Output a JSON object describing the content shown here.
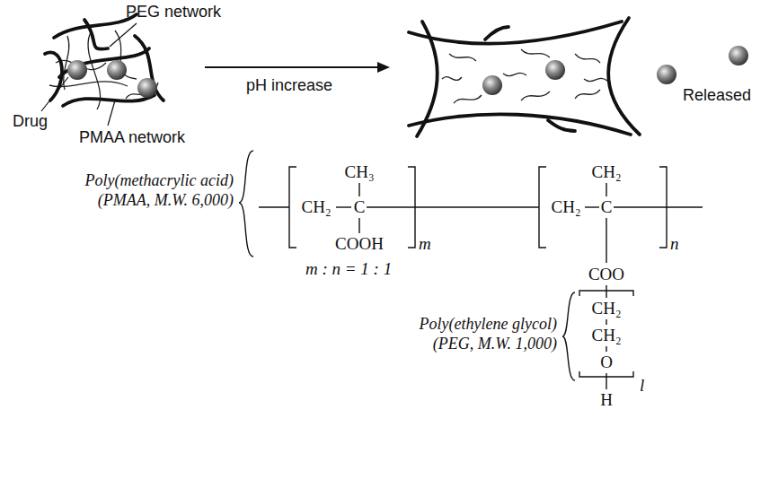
{
  "diagram": {
    "labels": [
      "PEG network",
      "Drug",
      "PMAA network",
      "pH increase",
      "Released",
      "Poly(methacrylic acid) (PMAA, M.W. 6,000)",
      "CH₃",
      "CH₂",
      "C",
      "COOH",
      "m",
      "m : n = 1 : 1",
      "CH₂",
      "CH₂",
      "C",
      "n",
      "COO",
      "Poly(ethylene glycol) (PEG, M.W. 1,000)",
      "CH₂",
      "CH₂",
      "O",
      "H",
      "l"
    ]
  }
}
